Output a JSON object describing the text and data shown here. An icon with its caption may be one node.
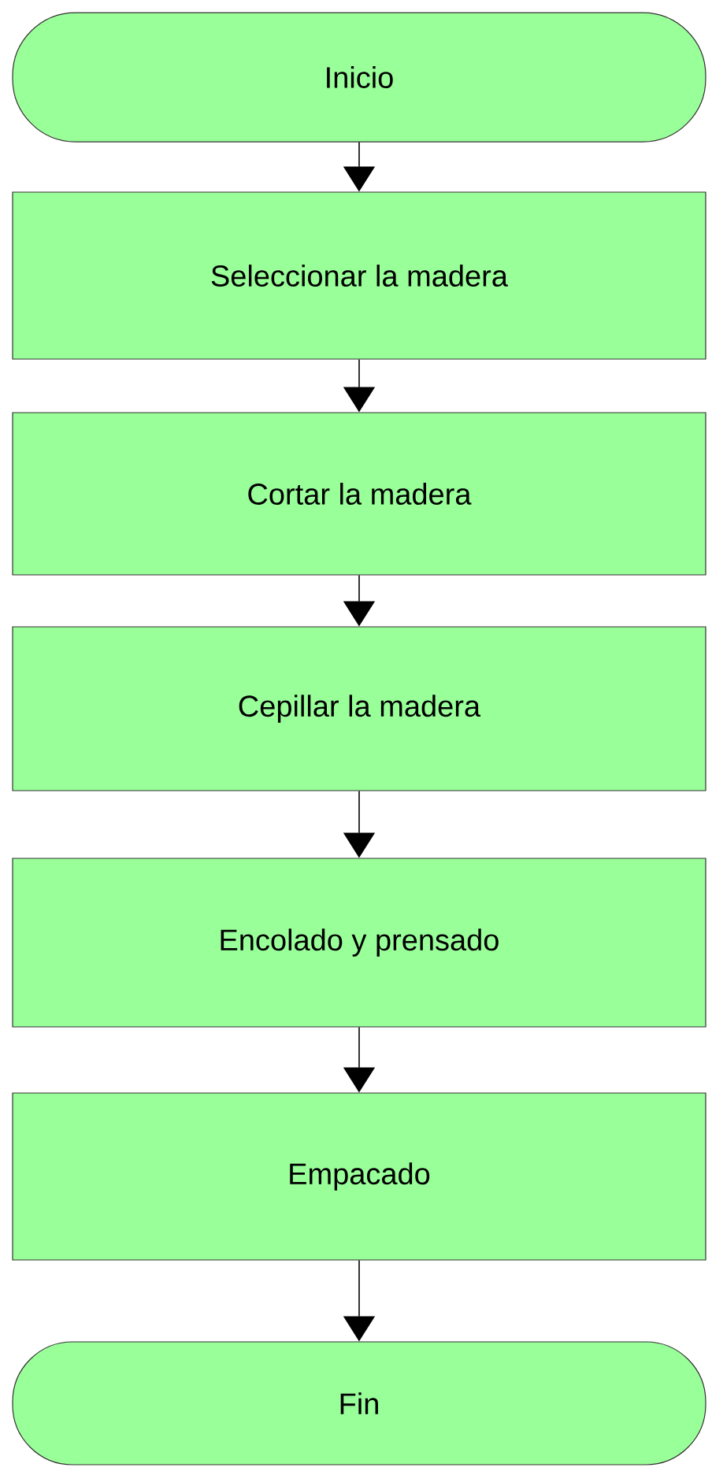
{
  "diagram": {
    "nodes": [
      {
        "text": [
          "Inicio"
        ]
      },
      {
        "text": [
          "Seleccionar la madera"
        ]
      },
      {
        "text": [
          "Cortar la madera"
        ]
      },
      {
        "text": [
          "Cepillar la madera"
        ]
      },
      {
        "text": [
          "Encolado y prensado"
        ]
      },
      {
        "text": [
          "Empacado"
        ]
      },
      {
        "text": [
          "Fin"
        ]
      }
    ],
    "edges": [
      {
        "from": 0,
        "to": 1,
        "arrow": "to"
      },
      {
        "from": 1,
        "to": 2,
        "arrow": "to"
      },
      {
        "from": 2,
        "to": 3,
        "arrow": "to"
      },
      {
        "from": 3,
        "to": 4,
        "arrow": "to"
      },
      {
        "from": 4,
        "to": 5,
        "arrow": "to"
      },
      {
        "from": 5,
        "to": 6,
        "arrow": "to"
      }
    ]
  }
}
